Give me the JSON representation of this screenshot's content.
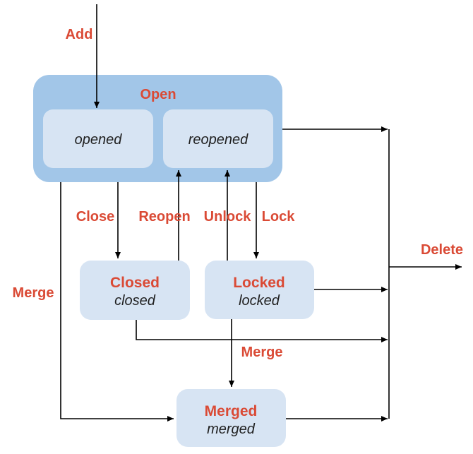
{
  "diagram": {
    "type": "state-diagram",
    "colors": {
      "background": "#ffffff",
      "container_fill": "#a2c6e8",
      "state_fill": "#d7e4f3",
      "label_red": "#da4a35",
      "text_dark": "#1f1f1f",
      "line": "#000000"
    },
    "states": {
      "open": {
        "label": "Open"
      },
      "opened": {
        "name": "opened"
      },
      "reopened": {
        "name": "reopened"
      },
      "closed": {
        "title": "Closed",
        "name": "closed"
      },
      "locked": {
        "title": "Locked",
        "name": "locked"
      },
      "merged": {
        "title": "Merged",
        "name": "merged"
      }
    },
    "transitions": {
      "add": "Add",
      "close": "Close",
      "reopen": "Reopen",
      "unlock": "Unlock",
      "lock": "Lock",
      "merge_from_open": "Merge",
      "merge_mid": "Merge",
      "delete": "Delete"
    },
    "edges": [
      {
        "from": "start",
        "to": "opened",
        "label": "Add"
      },
      {
        "from": "open",
        "to": "closed",
        "label": "Close"
      },
      {
        "from": "closed",
        "to": "reopened",
        "label": "Reopen"
      },
      {
        "from": "locked",
        "to": "reopened",
        "label": "Unlock"
      },
      {
        "from": "open",
        "to": "locked",
        "label": "Lock"
      },
      {
        "from": "open",
        "to": "merged",
        "label": "Merge"
      },
      {
        "from": "locked",
        "to": "merged",
        "label": "Merge"
      },
      {
        "from": "open",
        "to": "delete-junction",
        "label": ""
      },
      {
        "from": "locked",
        "to": "delete-junction",
        "label": ""
      },
      {
        "from": "closed",
        "to": "delete-junction",
        "label": ""
      },
      {
        "from": "merged",
        "to": "delete-junction",
        "label": ""
      },
      {
        "from": "delete-junction",
        "to": "end",
        "label": "Delete"
      }
    ]
  }
}
